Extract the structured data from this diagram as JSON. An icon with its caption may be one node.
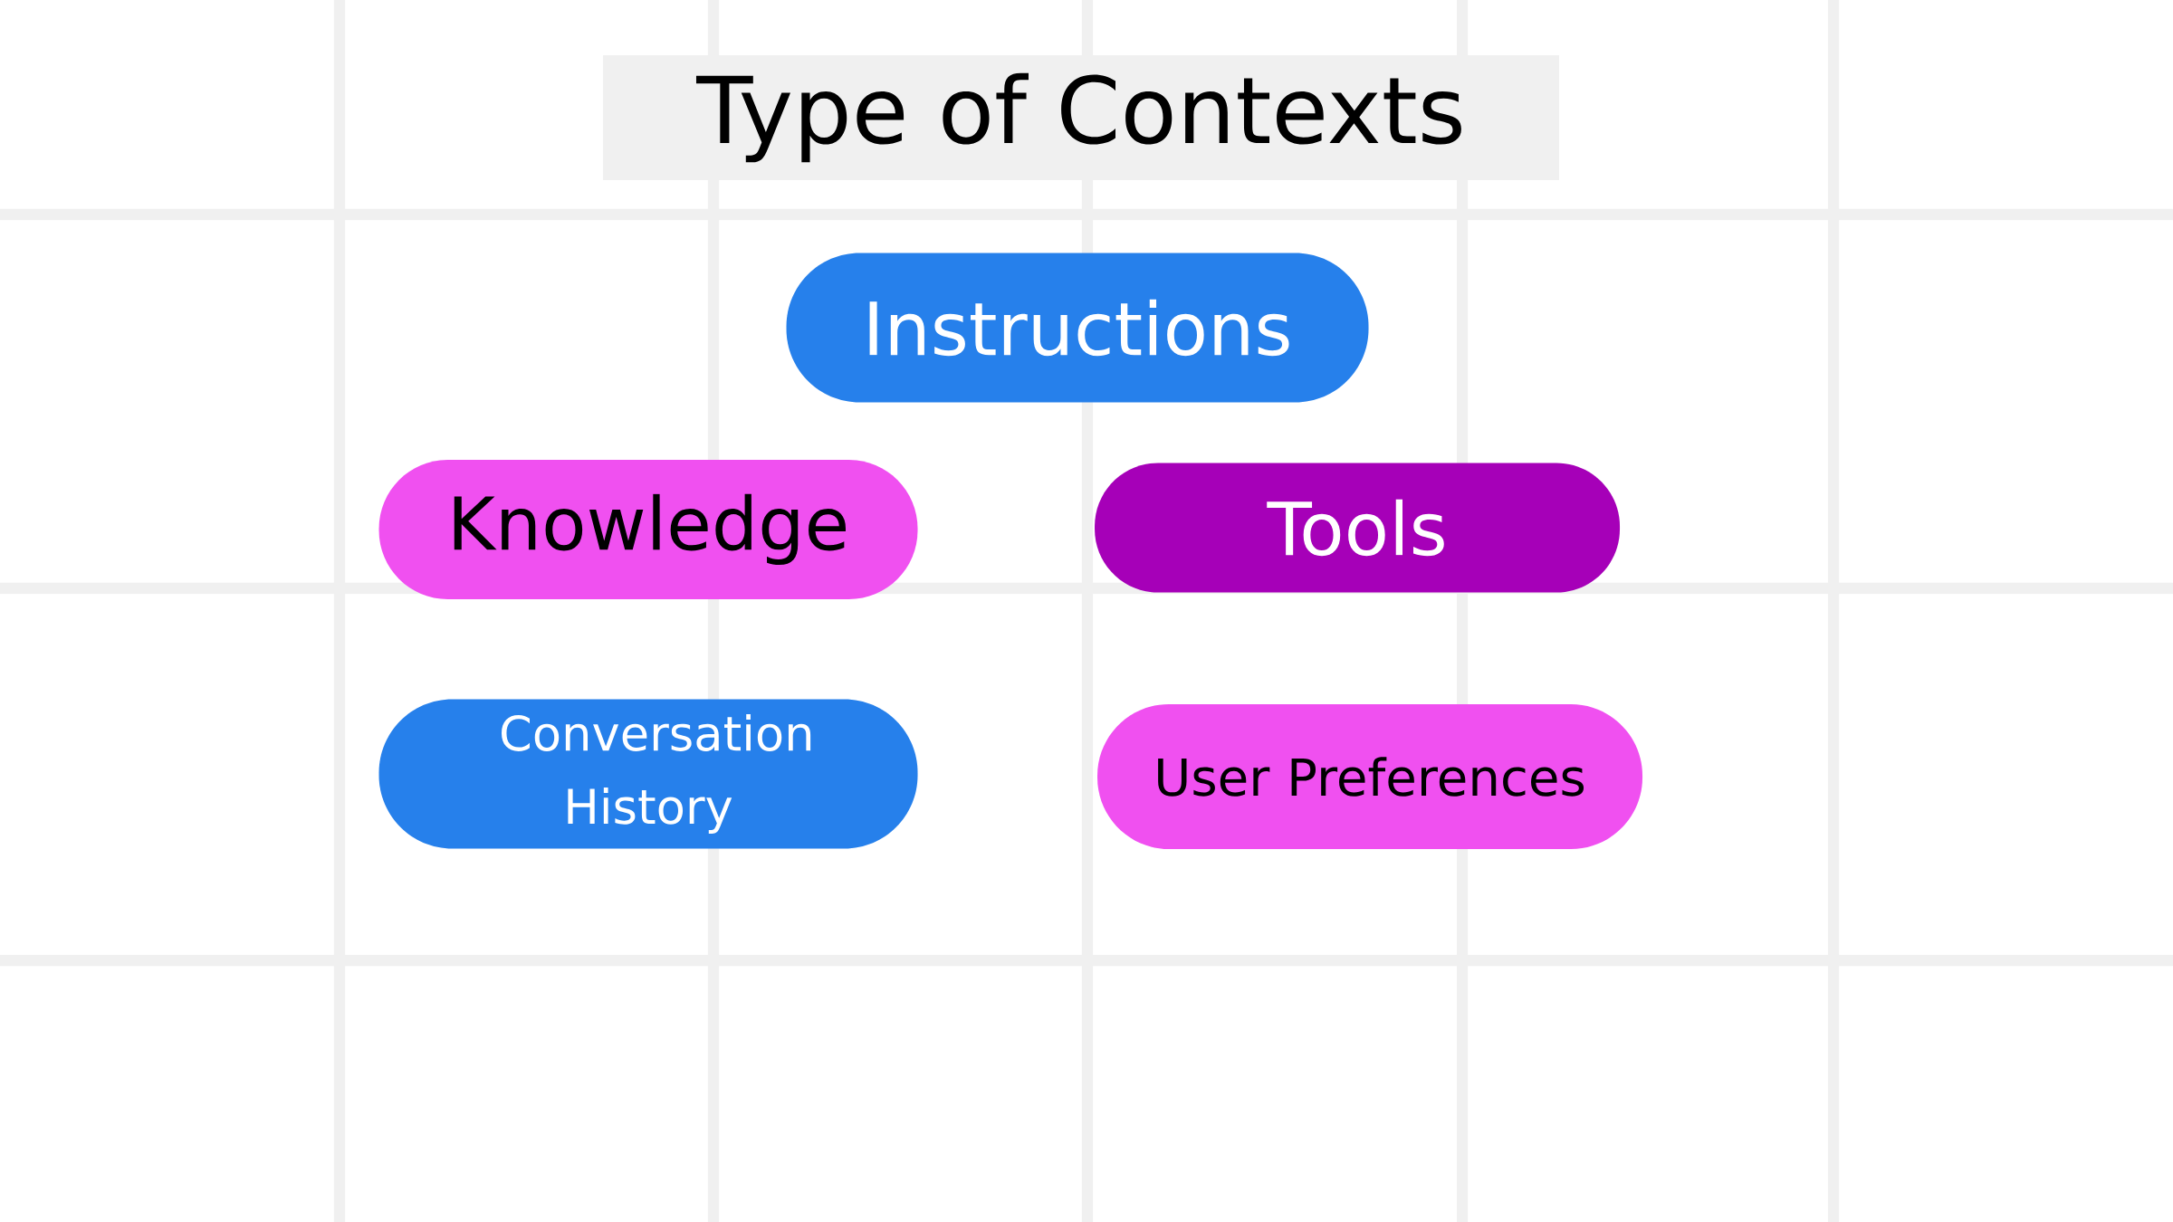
{
  "diagram": {
    "title": "Type of Contexts",
    "nodes": [
      {
        "text": [
          "Instructions"
        ]
      },
      {
        "text": [
          "Knowledge"
        ]
      },
      {
        "text": [
          "Tools"
        ]
      },
      {
        "text": [
          "Conversation History"
        ]
      },
      {
        "text": [
          "User Preferences"
        ]
      }
    ]
  }
}
